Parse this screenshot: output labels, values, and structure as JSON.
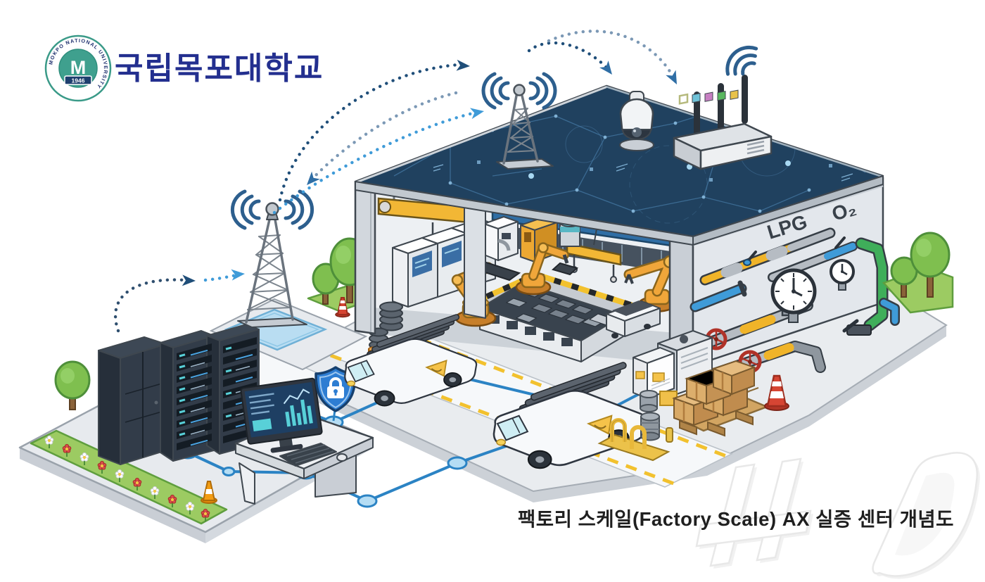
{
  "logo": {
    "wordmark": "국립목포대학교",
    "seal_text": "MOKPO NATIONAL UNIVERSITY",
    "seal_year": "1946",
    "seal_monogram": "M"
  },
  "building": {
    "pipe_labels": {
      "lpg": "LPG",
      "o2": "O₂"
    }
  },
  "caption": "팩토리 스케일(Factory Scale) AX 실증 센터 개념도",
  "colors": {
    "roof_navy": "#20415f",
    "roof_pattern": "#4a7ba3",
    "wall_gray": "#e3e7ec",
    "accent_yellow": "#f2b735",
    "robot_yellow": "#f0a63a",
    "network_blue": "#2b83c4",
    "node_fill": "#b5ddf4",
    "arrow_navy": "#1f4e79",
    "arrow_light": "#3f9bd8",
    "arrow_mid": "#7b98b5",
    "shield_blue": "#2d7dd2",
    "pipe_yellow": "#f0b429",
    "pipe_blue": "#3f9bd8",
    "pipe_green": "#3fae5a",
    "valve_red": "#b03228",
    "tree_green": "#7fbf4f",
    "grass_green": "#9ccb62",
    "server_dark": "#323c49",
    "led_teal": "#58d0d8",
    "logo_navy": "#232f8f",
    "seal_teal": "#3fa08e",
    "crane_blue": "#2f6ea5"
  },
  "icons": {
    "watermark": "news1-logo",
    "security": "shield-lock-icon",
    "wireless": "radio-waves-icon",
    "camera": "cctv-dome-icon",
    "router": "wifi-router-icon",
    "university_seal": "mokpo-university-seal"
  },
  "scene_components": [
    "university-logo",
    "communication-tower-left",
    "communication-tower-roof",
    "server-racks",
    "control-desk-with-monitor",
    "security-shield",
    "factory-building",
    "circuit-pattern-roof",
    "cctv-dome-camera",
    "wifi-router",
    "robot-arms",
    "overhead-cranes",
    "work-cell",
    "agv-vehicles",
    "gas-pipe-wall",
    "pressure-gauges",
    "pallet-boxes",
    "traffic-cones",
    "trees",
    "flower-bed",
    "ground-network-links",
    "wireless-link-arrows",
    "news-watermark",
    "caption"
  ]
}
